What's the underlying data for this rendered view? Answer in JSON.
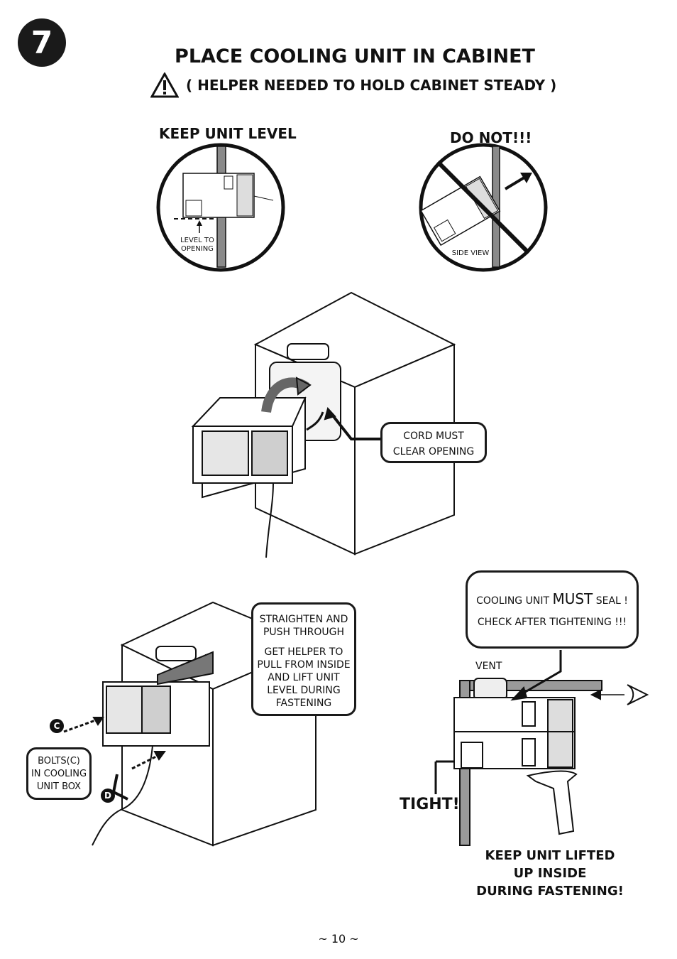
{
  "step_number": "7",
  "title": "PLACE COOLING UNIT IN CABINET",
  "warning": "( HELPER NEEDED TO HOLD CABINET STEADY )",
  "panel_level": {
    "heading": "KEEP UNIT LEVEL",
    "note_line1": "LEVEL TO",
    "note_line2": "OPENING"
  },
  "panel_donot": {
    "heading": "DO NOT!!!",
    "note": "SIDE VIEW"
  },
  "cord_callout": {
    "line1": "CORD MUST",
    "line2": "CLEAR OPENING"
  },
  "straighten_callout": {
    "line1": "STRAIGHTEN AND",
    "line2": "PUSH THROUGH",
    "line3": "GET HELPER TO",
    "line4": "PULL FROM INSIDE",
    "line5": "AND LIFT UNIT",
    "line6": "LEVEL DURING",
    "line7": "FASTENING"
  },
  "seal_callout": {
    "part1": "COOLING UNIT ",
    "must": "MUST",
    "part2": " SEAL !",
    "line2": "CHECK AFTER TIGHTENING !!!"
  },
  "bolts_callout": {
    "line1": "BOLTS(C)",
    "line2": "IN COOLING",
    "line3": "UNIT BOX"
  },
  "label_c": "C",
  "label_d": "D",
  "vent_label": "VENT",
  "tight_label": "TIGHT!",
  "keep_lifted": {
    "line1": "KEEP UNIT LIFTED",
    "line2": "UP INSIDE",
    "line3": "DURING FASTENING!"
  },
  "page_number": "~ 10 ~"
}
